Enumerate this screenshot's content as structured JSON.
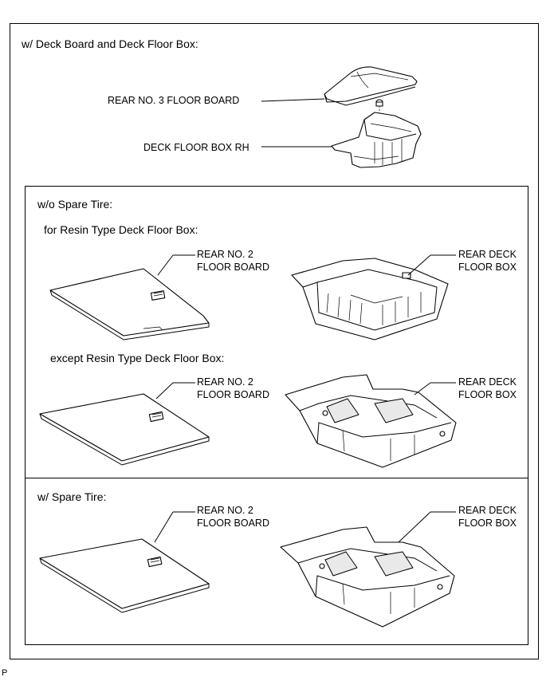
{
  "sections": {
    "deck_board": {
      "title": "w/ Deck Board and Deck Floor Box:",
      "labels": {
        "rear_no3_floor_board": "REAR NO. 3 FLOOR BOARD",
        "deck_floor_box_rh": "DECK FLOOR BOX RH"
      }
    },
    "without_spare_tire": {
      "title": "w/o Spare Tire:",
      "resin_subtitle": "for Resin Type Deck Floor Box:",
      "except_subtitle": "except Resin Type Deck Floor Box:",
      "labels": {
        "rear_no2_floor_board_1": "REAR NO. 2",
        "rear_no2_floor_board_2": "FLOOR BOARD",
        "rear_deck_floor_box_1": "REAR DECK",
        "rear_deck_floor_box_2": "FLOOR BOX"
      }
    },
    "with_spare_tire": {
      "title": "w/ Spare Tire:",
      "labels": {
        "rear_no2_floor_board_1": "REAR NO. 2",
        "rear_no2_floor_board_2": "FLOOR BOARD",
        "rear_deck_floor_box_1": "REAR DECK",
        "rear_deck_floor_box_2": "FLOOR BOX"
      }
    }
  },
  "footer_mark": "P"
}
